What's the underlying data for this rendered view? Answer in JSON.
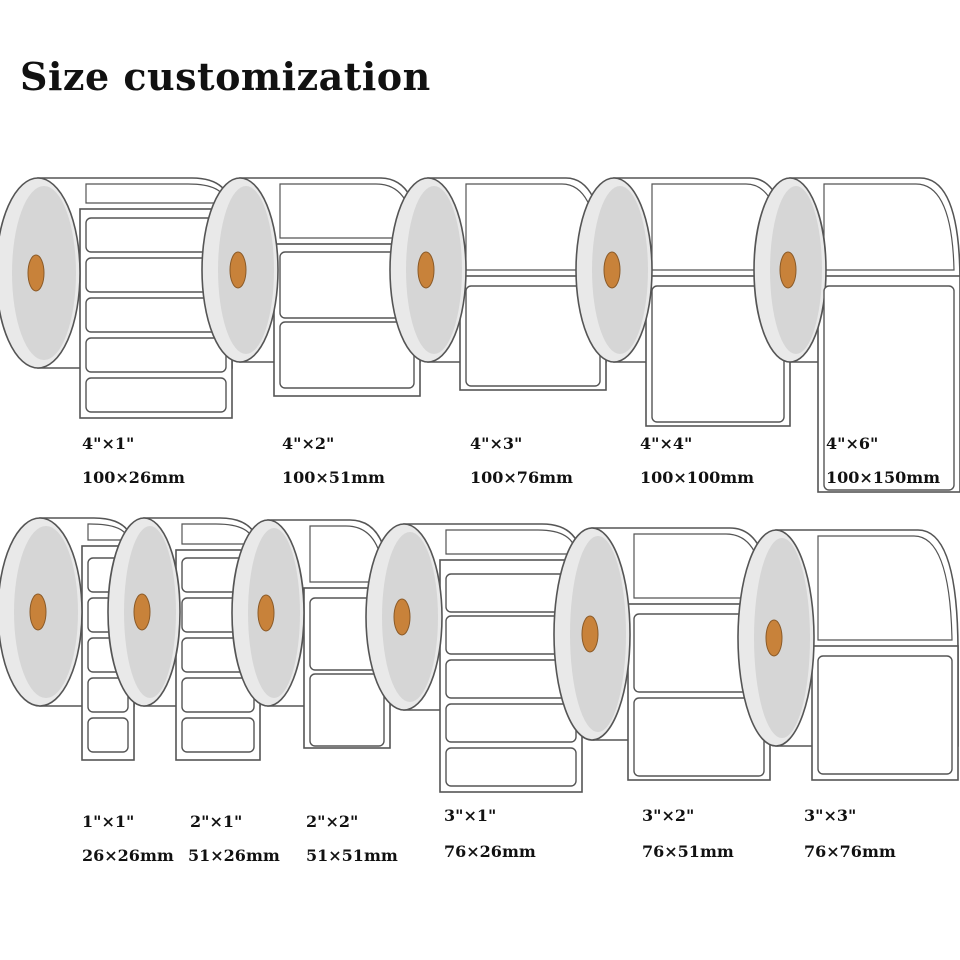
{
  "title": "Size customization",
  "colors": {
    "outline": "#555555",
    "core": "#c8823a",
    "roll_face": "#e9e9e9",
    "roll_side": "#d6d6d6",
    "paper": "#ffffff"
  },
  "rolls": [
    {
      "inch": "4\"×1\"",
      "mm": "100×26mm"
    },
    {
      "inch": "4\"×2\"",
      "mm": "100×51mm"
    },
    {
      "inch": "4\"×3\"",
      "mm": "100×76mm"
    },
    {
      "inch": "4\"×4\"",
      "mm": "100×100mm"
    },
    {
      "inch": "4\"×6\"",
      "mm": "100×150mm"
    },
    {
      "inch": "1\"×1\"",
      "mm": "26×26mm"
    },
    {
      "inch": "2\"×1\"",
      "mm": "51×26mm"
    },
    {
      "inch": "2\"×2\"",
      "mm": "51×51mm"
    },
    {
      "inch": "3\"×1\"",
      "mm": "76×26mm"
    },
    {
      "inch": "3\"×2\"",
      "mm": "76×51mm"
    },
    {
      "inch": "3\"×3\"",
      "mm": "76×76mm"
    }
  ]
}
